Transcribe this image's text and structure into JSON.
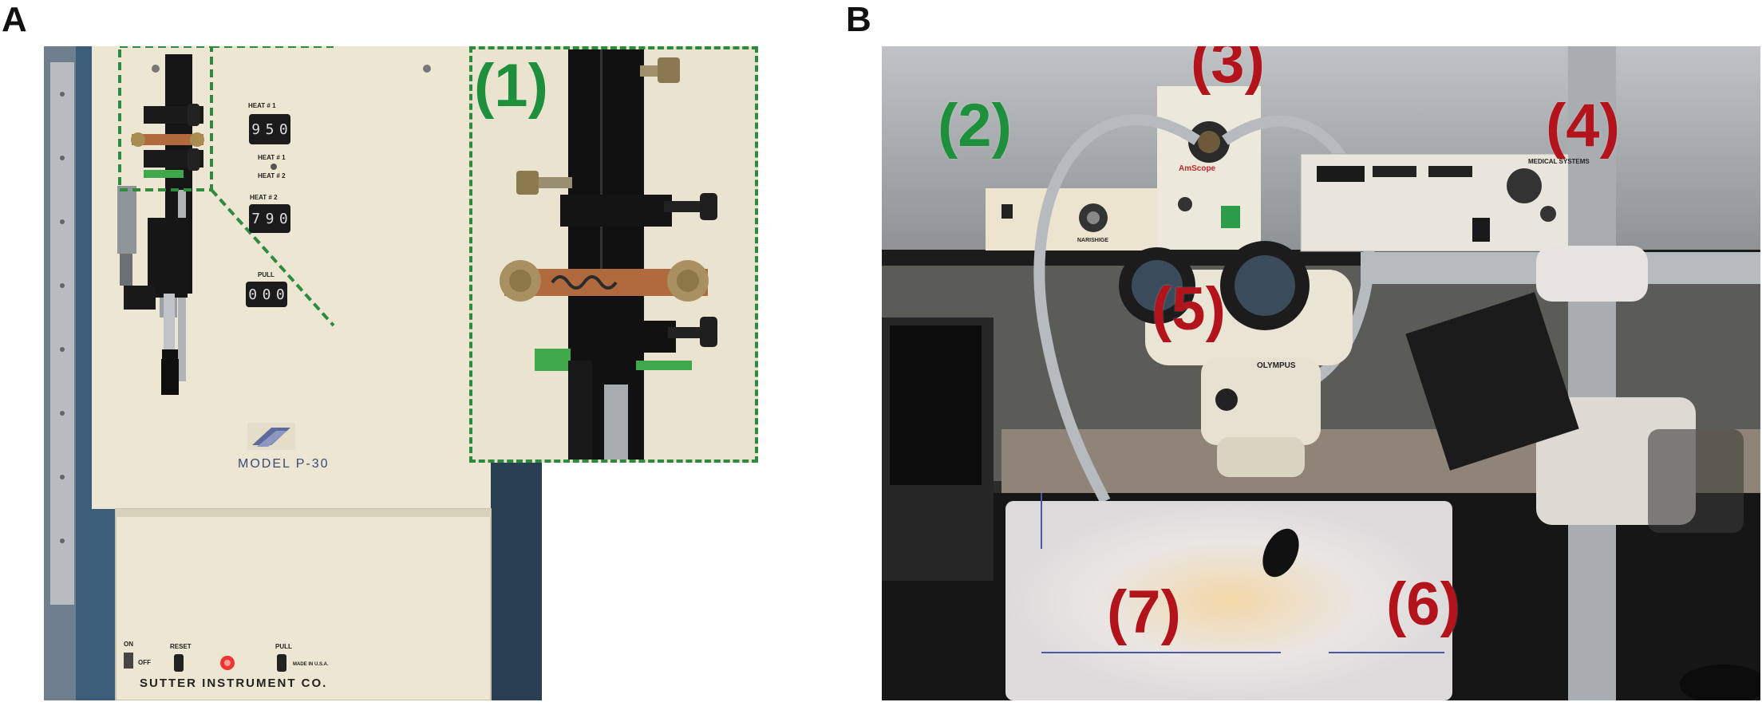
{
  "panels": {
    "a": {
      "letter": "A",
      "inset_label": "(1)",
      "inset_label_color": "#1e8f3a",
      "machine": {
        "heat1_label": "HEAT # 1",
        "heat1_digits": [
          "9",
          "5",
          "0"
        ],
        "heat_switch_1": "HEAT # 1",
        "heat_switch_2": "HEAT # 2",
        "heat2_label": "HEAT # 2",
        "heat2_digits": [
          "7",
          "9",
          "0"
        ],
        "pull_label": "PULL",
        "pull_digits": [
          "0",
          "0",
          "0"
        ],
        "model": "MODEL P-30",
        "on_label": "ON",
        "off_label": "OFF",
        "reset_label": "RESET",
        "pull_button_label": "PULL",
        "made_in": "MADE IN U.S.A.",
        "company": "SUTTER INSTRUMENT CO."
      }
    },
    "b": {
      "letter": "B",
      "labels": [
        {
          "text": "(2)",
          "color": "#1e8f3a"
        },
        {
          "text": "(3)",
          "color": "#b3141c"
        },
        {
          "text": "(4)",
          "color": "#b3141c"
        },
        {
          "text": "(5)",
          "color": "#b3141c"
        },
        {
          "text": "(6)",
          "color": "#b3141c"
        },
        {
          "text": "(7)",
          "color": "#b3141c"
        }
      ],
      "equipment": {
        "amscope": "AmScope",
        "narishige": "NARISHIGE",
        "olympus": "OLYMPUS",
        "medical_systems": "MEDICAL SYSTEMS"
      }
    }
  },
  "colors": {
    "inset_border": "#2e8b3e",
    "label_green": "#1e8f3a",
    "label_red": "#b3141c"
  }
}
